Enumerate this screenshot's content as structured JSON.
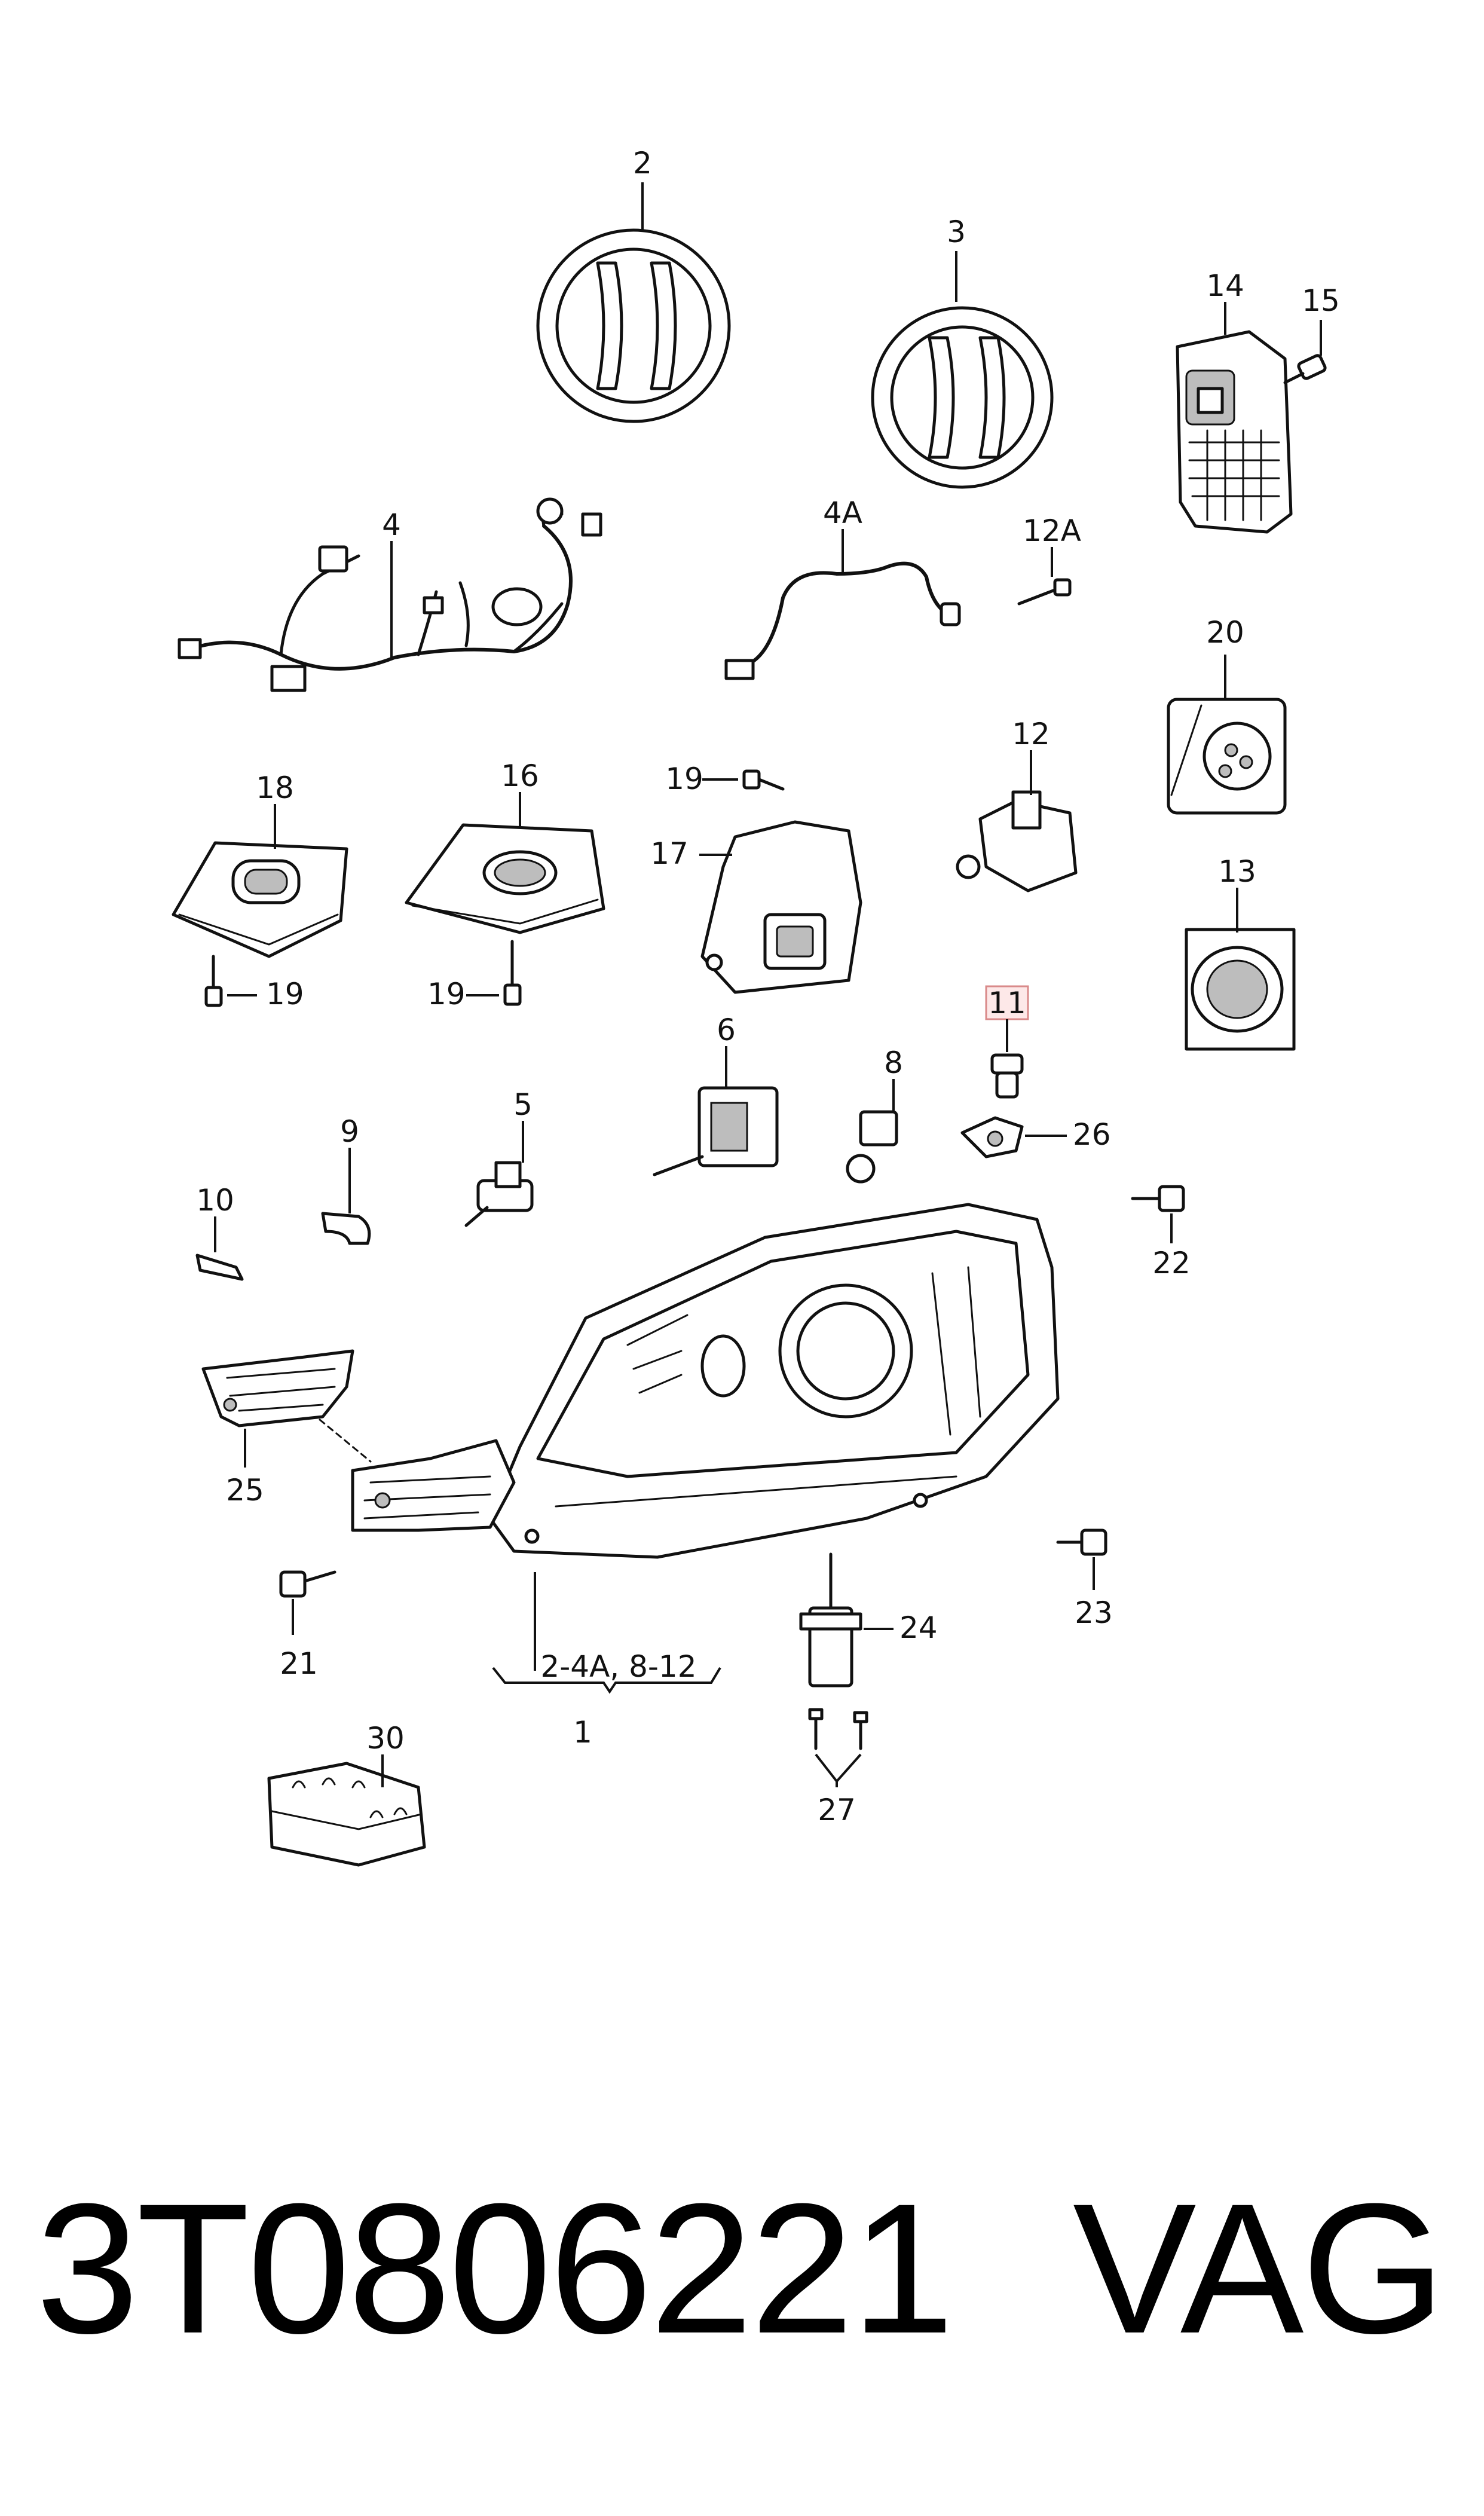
{
  "diagram": {
    "callouts": {
      "c2": "2",
      "c3": "3",
      "c14": "14",
      "c15": "15",
      "c4": "4",
      "c4a": "4A",
      "c12a": "12A",
      "c20": "20",
      "c18": "18",
      "c16": "16",
      "c19a": "19",
      "c19b": "19",
      "c19c": "19",
      "c17": "17",
      "c12": "12",
      "c13": "13",
      "c11": "11",
      "c6": "6",
      "c8": "8",
      "c26": "26",
      "c9": "9",
      "c5": "5",
      "c10": "10",
      "c22": "22",
      "c25": "25",
      "c23": "23",
      "c21": "21",
      "c24": "24",
      "c1range": "2-4A, 8-12",
      "c1": "1",
      "c30": "30",
      "c27": "27"
    },
    "highlighted": "11"
  },
  "footer": {
    "part_number": "3T0806221",
    "brand": "VAG"
  }
}
